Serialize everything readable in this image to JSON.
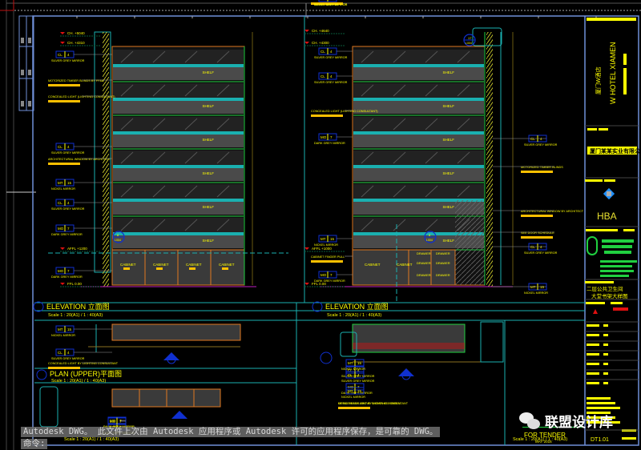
{
  "app": {
    "name": "AutoCAD DWG viewer",
    "command_line": {
      "message": "Autodesk DWG。 此文件上次由 Autodesk 应用程序或 Autodesk 许可的应用程序保存，是可靠的 DWG。",
      "prompt": "命令:"
    }
  },
  "watermark": {
    "text": "联盟设计库",
    "icon": "wechat-icon"
  },
  "drawing": {
    "colors": {
      "background": "#000000",
      "frame": "#6f8fd8",
      "annotation": "#ffff00",
      "label_fill": "#ffc000",
      "cyan": "#1ab0b0",
      "tag_box": "#1030d0",
      "green": "#20d040",
      "orange": "#e07820",
      "red": "#e01010",
      "gray": "#9a9a9a"
    },
    "left_elevation": {
      "title": "ELEVATION 立面图",
      "number": "1",
      "scale": "Scale 1 : 20(A1) / 1 : 40(A3)",
      "levels": [
        "CH. +5040",
        "CH. +4310",
        "AFFL +1200",
        "FFL 0.00"
      ],
      "callouts": [
        {
          "tag": "CL",
          "num": "4",
          "text": "SILVER GREY MIRROR"
        },
        {
          "tag": "",
          "num": "",
          "text": "MOTORIZED TIMBER BLINDS BY FF&E"
        },
        {
          "tag": "",
          "num": "",
          "text": "CONCEALED LIGHT (LIGHTING CONSULTANT)"
        },
        {
          "tag": "CL",
          "num": "4",
          "text": "SILVER GREY MIRROR"
        },
        {
          "tag": "",
          "num": "",
          "text": "ARCHITECTURAL WINDOW BY ARCHITECT"
        },
        {
          "tag": "MT",
          "num": "15",
          "text": "NICKEL MIRROR"
        },
        {
          "tag": "CL",
          "num": "4",
          "text": "SILVER GREY MIRROR"
        },
        {
          "tag": "MO",
          "num": "7",
          "text": "DARK GREY MIRROR"
        },
        {
          "tag": "MO",
          "num": "7",
          "text": "DARK GREY MIRROR"
        }
      ],
      "shelf_label": "SHELF",
      "cabinet_label": "CABINET",
      "detail_marker": {
        "num": "8",
        "ref": "L004"
      }
    },
    "right_elevation": {
      "title": "ELEVATION 立面图",
      "number": "1",
      "scale": "Scale 1 : 20(A1) / 1 : 40(A3)",
      "levels": [
        "CH. +4640",
        "CH. +4300",
        "AFFL +1000",
        "FFL 0.00"
      ],
      "callouts": [
        {
          "tag": "CL",
          "num": "4",
          "text": "SILVER GREY MIRROR"
        },
        {
          "tag": "CL",
          "num": "4",
          "text": "SILVER GREY MIRROR"
        },
        {
          "tag": "",
          "num": "",
          "text": "CONCEALED LIGHT (LIGHTING CONSULTANT)"
        },
        {
          "tag": "MO",
          "num": "7",
          "text": "DARK GREY MIRROR"
        },
        {
          "tag": "MT",
          "num": "15",
          "text": "NICKEL MIRROR"
        },
        {
          "tag": "",
          "num": "",
          "text": "CABINET FINGER PULL"
        },
        {
          "tag": "MO",
          "num": "7",
          "text": "DARK GREY MIRROR"
        },
        {
          "tag": "CL",
          "num": "4",
          "text": "SILVER GREY MIRROR"
        },
        {
          "tag": "",
          "num": "",
          "text": "MOTORIZED TIMBER BLINDS"
        },
        {
          "tag": "",
          "num": "",
          "text": "ARCHITECTURAL WINDOW BY ARCHITECT"
        },
        {
          "tag": "",
          "num": "",
          "text": "SEE DOOR SCHEDULE"
        },
        {
          "tag": "CL",
          "num": "4",
          "text": "SILVER GREY MIRROR"
        },
        {
          "tag": "MT",
          "num": "15",
          "text": "NICKEL MIRROR"
        }
      ],
      "drawer_label": "DRAWER",
      "detail_marker": {
        "num": "17",
        "ref": "L004"
      }
    },
    "lower_left_section": {
      "title": "ELEVATION 立面图",
      "scale": "Scale 1 : 20(A1) / 1 : 40(A3)",
      "callouts": [
        {
          "tag": "MT",
          "num": "15",
          "text": "NICKEL MIRROR"
        },
        {
          "tag": "CL",
          "num": "4",
          "text": "SILVER GREY MIRROR"
        },
        {
          "tag": "",
          "num": "",
          "text": "CONCEALED LIGHT BY LIGHTING CONSULTANT"
        }
      ]
    },
    "plan_upper": {
      "title": "PLAN (UPPER)平面图",
      "scale": "Scale 1 : 20(A1) / 1 : 40(A3)",
      "callouts": [
        {
          "tag": "MO",
          "num": "7",
          "text": "DARK GREY MIRROR"
        },
        {
          "tag": "MO",
          "num": "7",
          "text": "DARK GREY MIRROR"
        },
        {
          "tag": "MO",
          "num": "7",
          "text": "DARK GREY MIRROR"
        }
      ]
    },
    "lower_right_section": {
      "scale": "Scale 1 : 20(A1) / 1 : 40(A3)",
      "callouts": [
        {
          "tag": "CL",
          "num": "4",
          "text": "SILVER GREY MIRROR"
        },
        {
          "tag": "MO",
          "num": "7",
          "text": "DARK GREY MIRROR"
        },
        {
          "tag": "MT",
          "num": "15",
          "text": "NICKEL MIRROR"
        },
        {
          "tag": "",
          "num": "",
          "text": "CONCEALED LIGHT BY LIGHTING CONSULTANT"
        },
        {
          "tag": "",
          "num": "",
          "text": "METAL FRAME ABOVE SHOWN AS HIDDEN"
        },
        {
          "tag": "MT",
          "num": "15",
          "text": "NICKEL MIRROR"
        },
        {
          "tag": "CL",
          "num": "4",
          "text": "SILVER GREY MIRROR"
        }
      ]
    },
    "bottom_left_scale": "Scale 1 : 20(A1) / 1 : 40(A3)",
    "title_block": {
      "project_cn": "厦门W酒店",
      "project_en": "W HOTEL XIAMEN",
      "client": "厦门某某实业有限公司",
      "firm": "HBA",
      "drawing_title_cn_1": "二层公共卫生间",
      "drawing_title_cn_2": "大堂书架大样图",
      "status": "FOR TENDER",
      "date": "MAY 2016",
      "drawing_no": "DT1.01"
    }
  }
}
